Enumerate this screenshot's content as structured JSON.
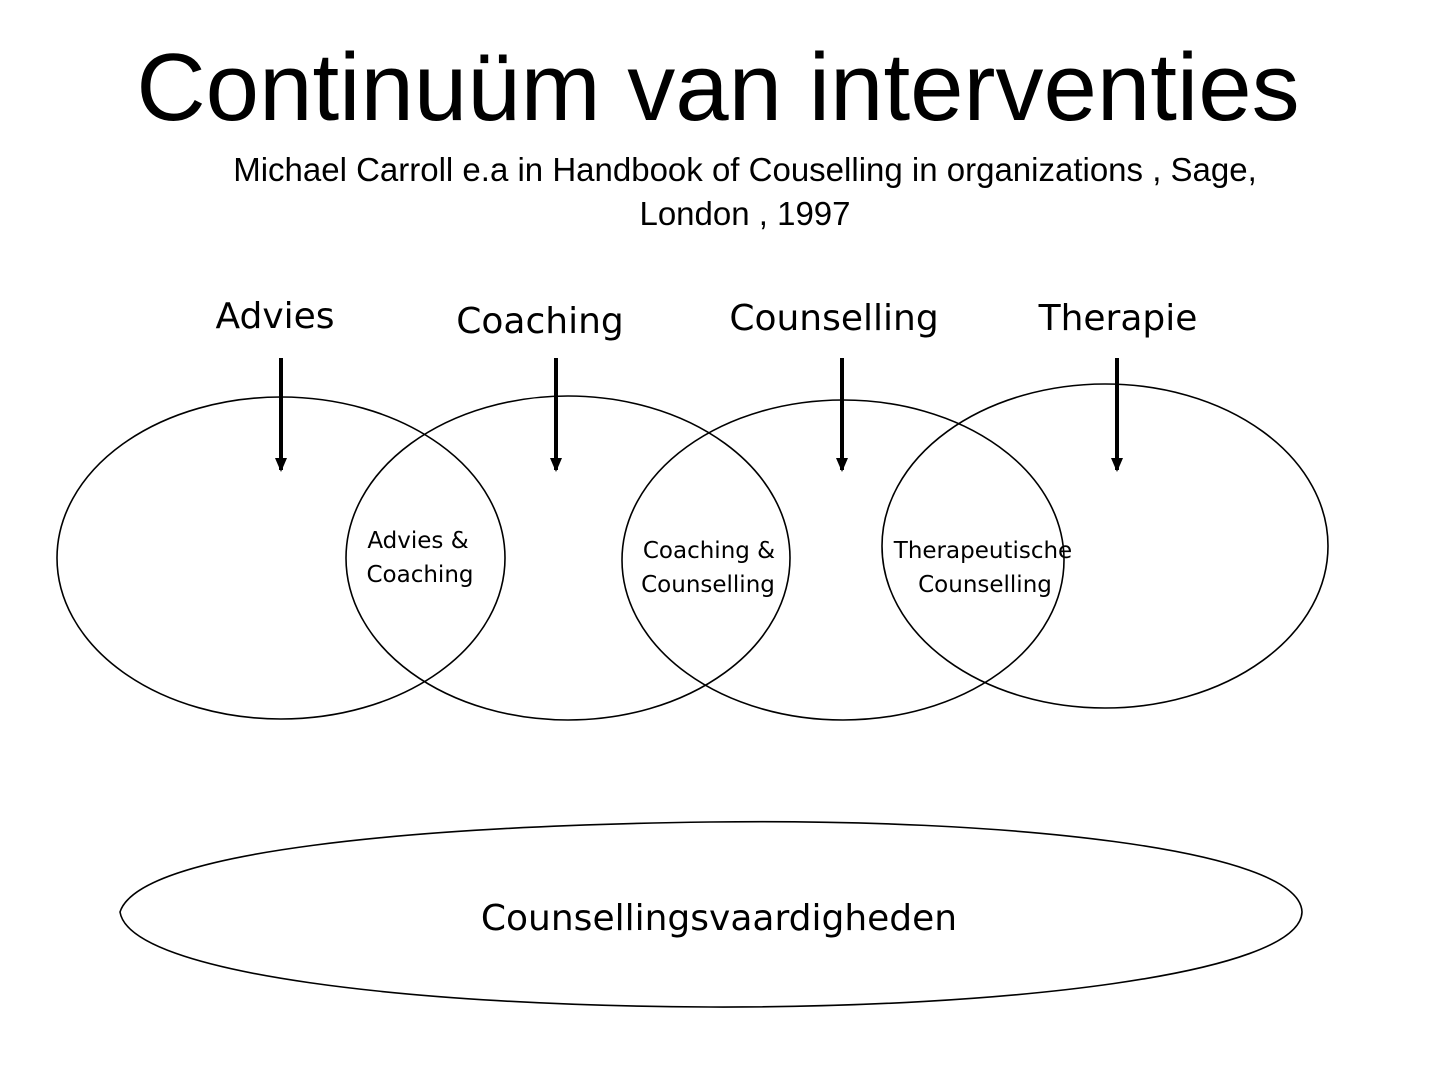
{
  "title": "Continuüm van interventies",
  "subtitle": {
    "line1": "Michael  Carroll  e.a in  Handbook  of Couselling  in organizations , Sage,",
    "line2": "London , 1997"
  },
  "categories": [
    {
      "label": "Advies",
      "icon": "down-arrow-icon"
    },
    {
      "label": "Coaching",
      "icon": "down-arrow-icon"
    },
    {
      "label": "Counselling",
      "icon": "down-arrow-icon"
    },
    {
      "label": "Therapie",
      "icon": "down-arrow-icon"
    }
  ],
  "overlaps": [
    {
      "line1": "Advies &",
      "line2": "Coaching"
    },
    {
      "line1": "Coaching &",
      "line2": "Counselling"
    },
    {
      "line1": "Therapeutische",
      "line2": "Counselling"
    }
  ],
  "base": {
    "label": "Counsellingsvaardigheden"
  }
}
